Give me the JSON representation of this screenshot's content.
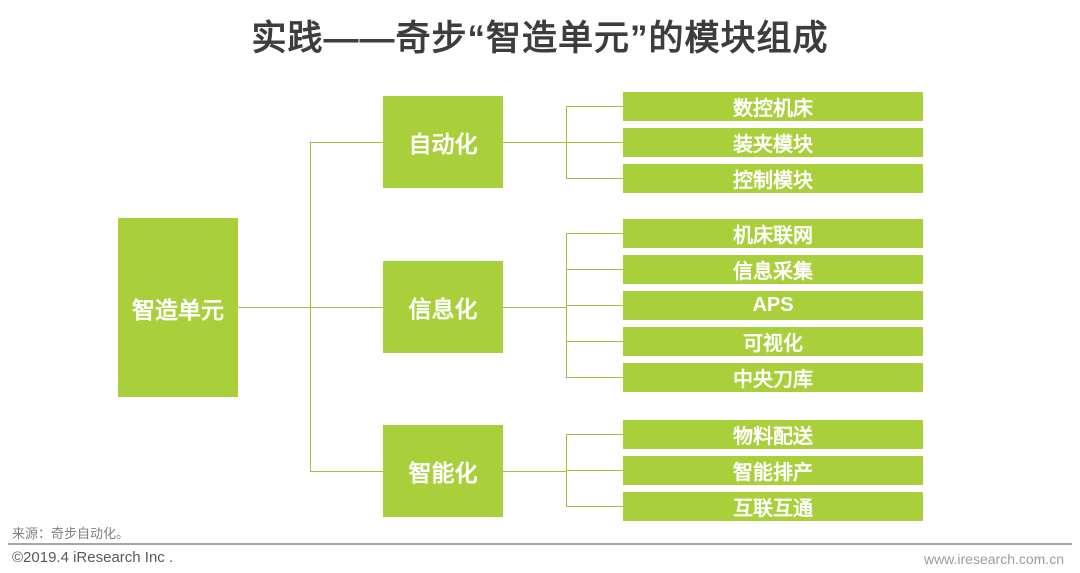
{
  "title": "实践——奇步“智造单元”的模块组成",
  "tree": {
    "root": "智造单元",
    "groups": [
      {
        "label": "自动化",
        "children": [
          "数控机床",
          "装夹模块",
          "控制模块"
        ]
      },
      {
        "label": "信息化",
        "children": [
          "机床联网",
          "信息采集",
          "APS",
          "可视化",
          "中央刀库"
        ]
      },
      {
        "label": "智能化",
        "children": [
          "物料配送",
          "智能排产",
          "互联互通"
        ]
      }
    ]
  },
  "source_note": "来源：奇步自动化。",
  "footer": {
    "copyright": "©2019.4 iResearch Inc .",
    "website": "www.iresearch.com.cn"
  },
  "colors": {
    "box_green": "#a9cf3a",
    "line_green": "#9fc13f",
    "title_gray": "#3d3d3d"
  }
}
